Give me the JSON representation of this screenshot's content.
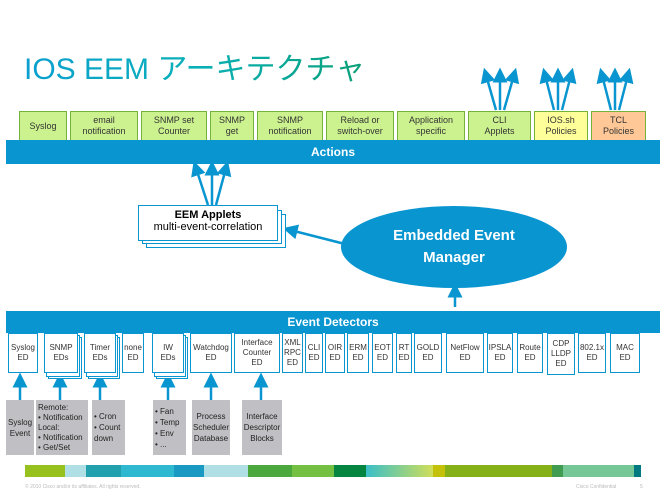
{
  "title": "IOS EEM アーキテクチャ",
  "actions": {
    "label": "Actions",
    "boxes": [
      {
        "label": "Syslog",
        "color": "green"
      },
      {
        "label": "email\nnotification",
        "color": "green"
      },
      {
        "label": "SNMP set\nCounter",
        "color": "green"
      },
      {
        "label": "SNMP\nget",
        "color": "green"
      },
      {
        "label": "SNMP\nnotification",
        "color": "green"
      },
      {
        "label": "Reload or\nswitch-over",
        "color": "green"
      },
      {
        "label": "Application\nspecific",
        "color": "green"
      },
      {
        "label": "CLI\nApplets",
        "color": "green"
      },
      {
        "label": "IOS.sh\nPolicies",
        "color": "yellow"
      },
      {
        "label": "TCL\nPolicies",
        "color": "orange"
      }
    ]
  },
  "applets": {
    "title": "EEM Applets",
    "subtitle": "multi-event-correlation"
  },
  "manager": {
    "label": "Embedded Event\nManager"
  },
  "event_detectors": {
    "label": "Event Detectors",
    "boxes": [
      {
        "label": "Syslog\nED",
        "stacked": false
      },
      {
        "label": "SNMP\nEDs",
        "stacked": true
      },
      {
        "label": "Timer\nEDs",
        "stacked": true
      },
      {
        "label": "none\nED",
        "stacked": false
      },
      {
        "label": "IW\nEDs",
        "stacked": true
      },
      {
        "label": "Watchdog\nED",
        "stacked": false
      },
      {
        "label": "Interface\nCounter\nED",
        "stacked": false
      },
      {
        "label": "XML\nRPC\nED",
        "stacked": false
      },
      {
        "label": "CLI\nED",
        "stacked": false
      },
      {
        "label": "OIR\nED",
        "stacked": false
      },
      {
        "label": "ERM\nED",
        "stacked": false
      },
      {
        "label": "EOT\nED",
        "stacked": false
      },
      {
        "label": "RT\nED",
        "stacked": false
      },
      {
        "label": "GOLD\nED",
        "stacked": false
      },
      {
        "label": "NetFlow\nED",
        "stacked": false
      },
      {
        "label": "IPSLA\nED",
        "stacked": false
      },
      {
        "label": "Route\nED",
        "stacked": false
      },
      {
        "label": "CDP\nLLDP\nED",
        "stacked": false
      },
      {
        "label": "802.1x\nED",
        "stacked": false
      },
      {
        "label": "MAC\nED",
        "stacked": false
      }
    ]
  },
  "sources": [
    {
      "label": "Syslog\nEvent"
    },
    {
      "label": "Remote:\n• Notification\nLocal:\n• Notification\n• Get/Set"
    },
    {
      "label": "• Cron\n• Count\n  down"
    },
    {
      "label": "• Fan\n• Temp\n• Env\n• ..."
    },
    {
      "label": "Process\nScheduler\nDatabase"
    },
    {
      "label": "Interface\nDescriptor\nBlocks"
    }
  ],
  "footer": {
    "copyright": "© 2010 Cisco and/or its affiliates. All rights reserved.",
    "confidential": "Cisco Confidential",
    "page": "5"
  },
  "colors": {
    "accent_blue": "#0895d0",
    "action_green": "#ccf28f",
    "action_yellow": "#ffff9a",
    "action_orange": "#ffc896",
    "source_gray": "#c0c0c4"
  }
}
